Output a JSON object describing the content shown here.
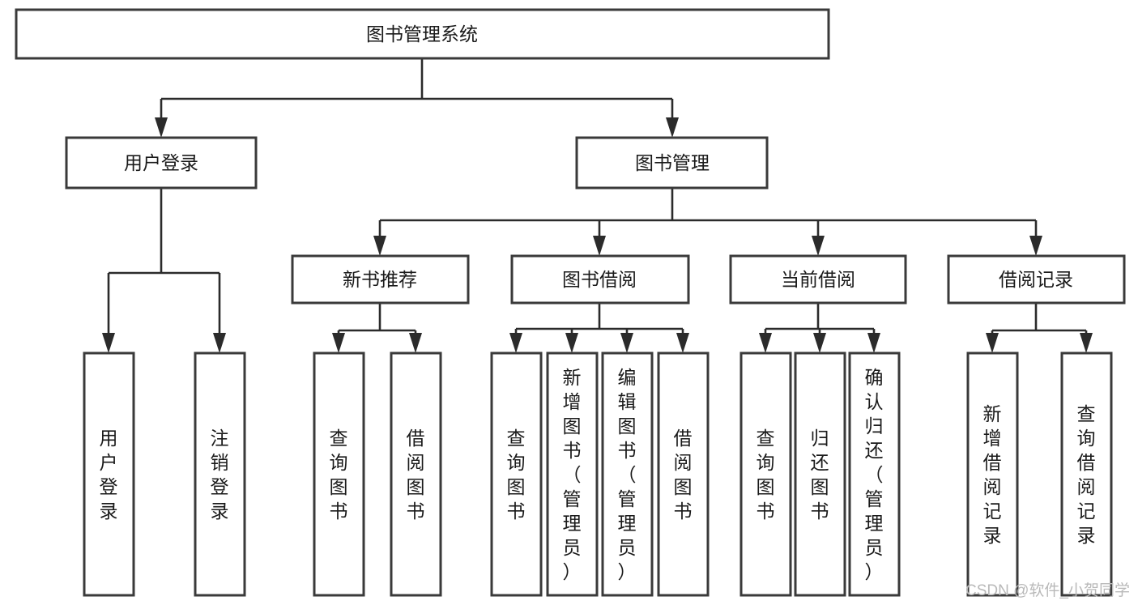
{
  "diagram": {
    "type": "tree",
    "title": "图书管理系统",
    "root": {
      "id": "root",
      "label": "图书管理系统",
      "orientation": "horizontal"
    },
    "level2": [
      {
        "id": "user-login",
        "label": "用户登录",
        "orientation": "horizontal"
      },
      {
        "id": "book-manage",
        "label": "图书管理",
        "orientation": "horizontal"
      }
    ],
    "level3": [
      {
        "id": "new-book-rec",
        "label": "新书推荐",
        "orientation": "horizontal",
        "parent": "book-manage"
      },
      {
        "id": "book-borrow",
        "label": "图书借阅",
        "orientation": "horizontal",
        "parent": "book-manage"
      },
      {
        "id": "current-borrow",
        "label": "当前借阅",
        "orientation": "horizontal",
        "parent": "book-manage"
      },
      {
        "id": "borrow-record",
        "label": "借阅记录",
        "orientation": "horizontal",
        "parent": "book-manage"
      }
    ],
    "leaves": [
      {
        "id": "leaf-user-login",
        "label": "用户登录",
        "parent": "user-login",
        "orientation": "vertical"
      },
      {
        "id": "leaf-user-logout",
        "label": "注销登录",
        "parent": "user-login",
        "orientation": "vertical"
      },
      {
        "id": "leaf-query-book-1",
        "label": "查询图书",
        "parent": "new-book-rec",
        "orientation": "vertical"
      },
      {
        "id": "leaf-borrow-book-1",
        "label": "借阅图书",
        "parent": "new-book-rec",
        "orientation": "vertical"
      },
      {
        "id": "leaf-query-book-2",
        "label": "查询图书",
        "parent": "book-borrow",
        "orientation": "vertical"
      },
      {
        "id": "leaf-add-book",
        "label": "新增图书（管理员）",
        "parent": "book-borrow",
        "orientation": "vertical"
      },
      {
        "id": "leaf-edit-book",
        "label": "编辑图书（管理员）",
        "parent": "book-borrow",
        "orientation": "vertical"
      },
      {
        "id": "leaf-borrow-book-2",
        "label": "借阅图书",
        "parent": "book-borrow",
        "orientation": "vertical"
      },
      {
        "id": "leaf-query-book-3",
        "label": "查询图书",
        "parent": "current-borrow",
        "orientation": "vertical"
      },
      {
        "id": "leaf-return-book",
        "label": "归还图书",
        "parent": "current-borrow",
        "orientation": "vertical"
      },
      {
        "id": "leaf-confirm-return",
        "label": "确认归还（管理员）",
        "parent": "current-borrow",
        "orientation": "vertical"
      },
      {
        "id": "leaf-add-record",
        "label": "新增借阅记录",
        "parent": "borrow-record",
        "orientation": "vertical"
      },
      {
        "id": "leaf-query-record",
        "label": "查询借阅记录",
        "parent": "borrow-record",
        "orientation": "vertical"
      }
    ],
    "colors": {
      "box_stroke": "#3a3a3a",
      "connector": "#2b2b2b",
      "background": "#ffffff",
      "text": "#1a1a1a",
      "watermark": "#b9b9b9"
    }
  },
  "watermark": {
    "text": "CSDN @软件_小贺同学"
  }
}
